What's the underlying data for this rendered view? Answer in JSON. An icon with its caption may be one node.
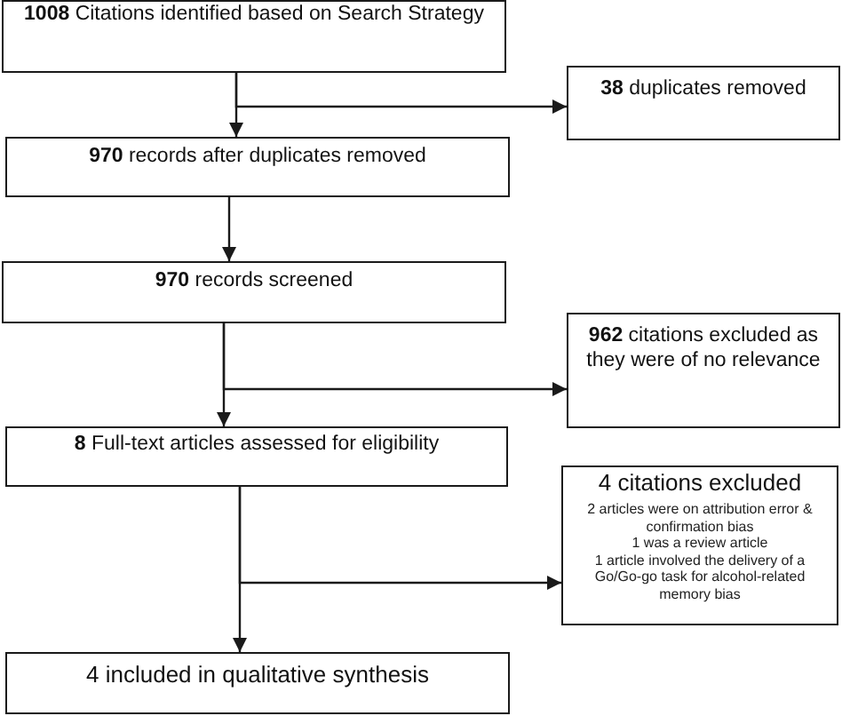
{
  "diagram": {
    "nodes": [
      {
        "text": [
          "**1008** Citations identified based on Search Strategy"
        ]
      },
      {
        "text": [
          "**38** duplicates removed"
        ]
      },
      {
        "text": [
          "**970** records after duplicates removed"
        ]
      },
      {
        "text": [
          "**970** records screened"
        ]
      },
      {
        "text": [
          "**962** citations excluded as they were of no relevance"
        ]
      },
      {
        "text": [
          "**8** Full-text articles assessed for eligibility"
        ]
      },
      {
        "text": [
          "4 citations excluded",
          "2 articles were on attribution error & confirmation bias",
          "1 was a review article",
          "1 article involved the delivery of a Go/Go-go task for alcohol-related memory bias"
        ]
      },
      {
        "text": [
          "4 included in qualitative synthesis"
        ]
      }
    ],
    "edges": [
      {
        "from": 0,
        "to": 2,
        "arrow": "to"
      },
      {
        "from": 0,
        "to": 1,
        "arrow": "to"
      },
      {
        "from": 2,
        "to": 3,
        "arrow": "to"
      },
      {
        "from": 3,
        "to": 5,
        "arrow": "to"
      },
      {
        "from": 3,
        "to": 4,
        "arrow": "to"
      },
      {
        "from": 5,
        "to": 7,
        "arrow": "to"
      },
      {
        "from": 5,
        "to": 6,
        "arrow": "to"
      }
    ]
  }
}
